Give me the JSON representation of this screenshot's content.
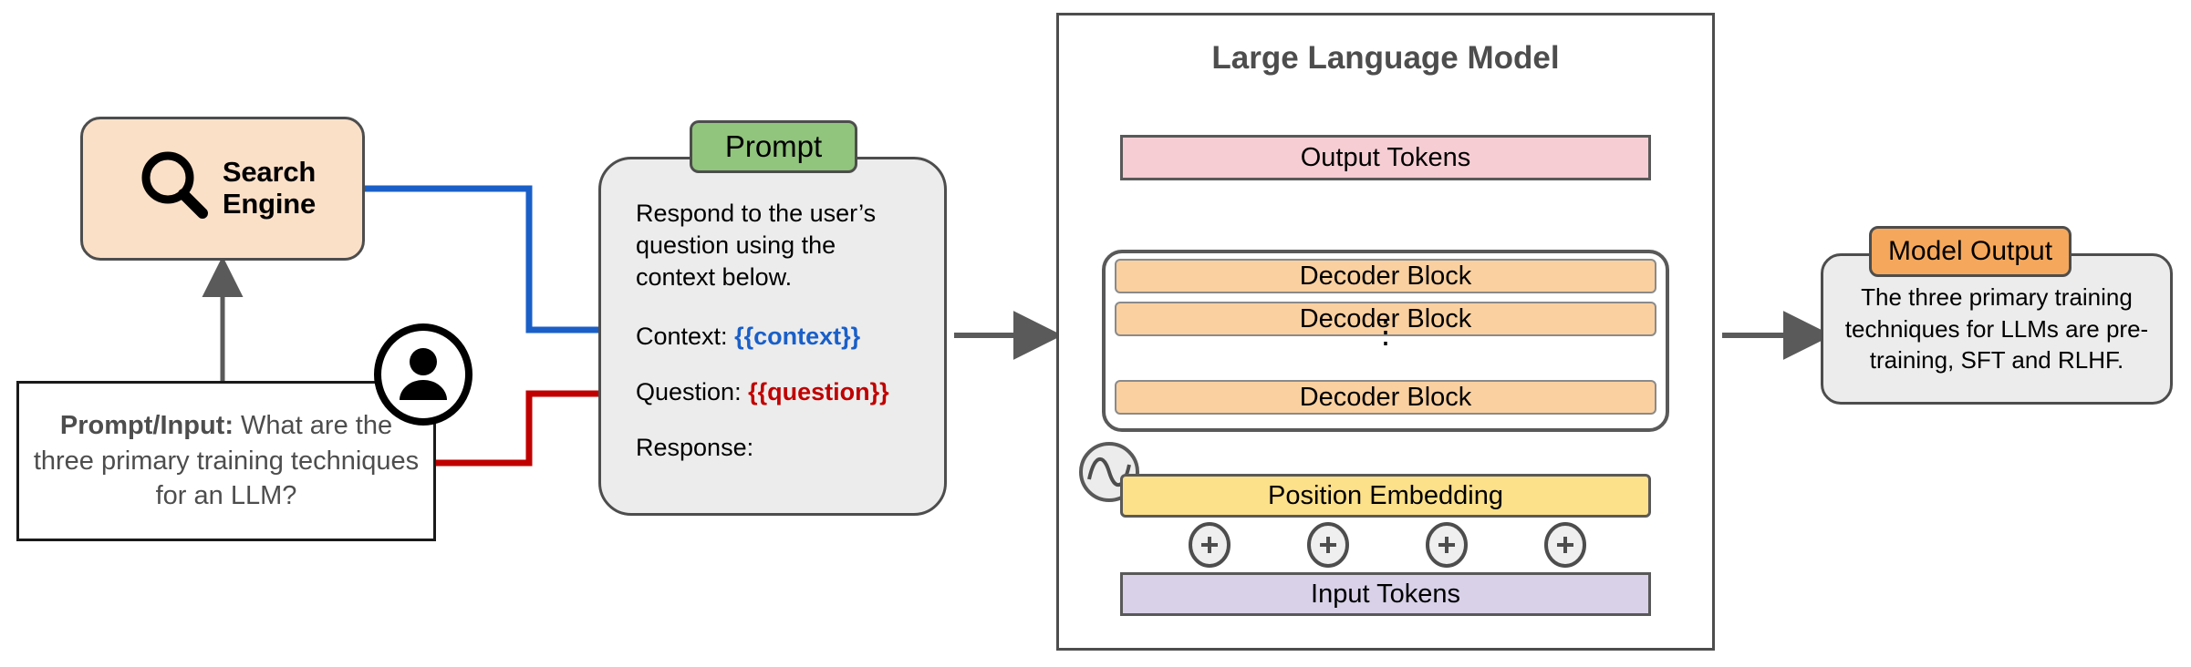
{
  "diagram": {
    "search_engine": {
      "label": "Search\nEngine",
      "icon": "magnifier-icon"
    },
    "prompt_input": {
      "label": "Prompt/Input:",
      "text": " What are the three primary training techniques for an LLM?"
    },
    "user": {
      "icon": "user-avatar-icon"
    },
    "prompt": {
      "badge": "Prompt",
      "instruction": "Respond to the user’s question using the context below.",
      "context_label": "Context: ",
      "context_token": "{{context}}",
      "question_label": "Question: ",
      "question_token": "{{question}}",
      "response_label": "Response:"
    },
    "llm": {
      "title": "Large Language Model",
      "output_tokens": "Output Tokens",
      "decoder_blocks": [
        "Decoder Block",
        "Decoder Block",
        "Decoder Block"
      ],
      "vertical_ellipsis": "⋮",
      "position_embedding": "Position Embedding",
      "input_tokens": "Input Tokens",
      "add_operator": "+",
      "sine_icon": "sine-wave-icon"
    },
    "model_output": {
      "badge": "Model Output",
      "text": "The three primary training techniques for LLMs are pre-training, SFT and RLHF."
    },
    "colors": {
      "search_engine_fill": "#fbe0c8",
      "prompt_badge_fill": "#91c47d",
      "model_output_badge_fill": "#f5a85c",
      "card_fill": "#ececec",
      "output_tokens_fill": "#f5cdd3",
      "decoder_fill": "#fad0a0",
      "position_embedding_fill": "#fce08a",
      "input_tokens_fill": "#d8d1e8",
      "context_arrow": "#1a5fc8",
      "question_arrow": "#c00000",
      "stroke_gray": "#4d4d4d"
    }
  }
}
